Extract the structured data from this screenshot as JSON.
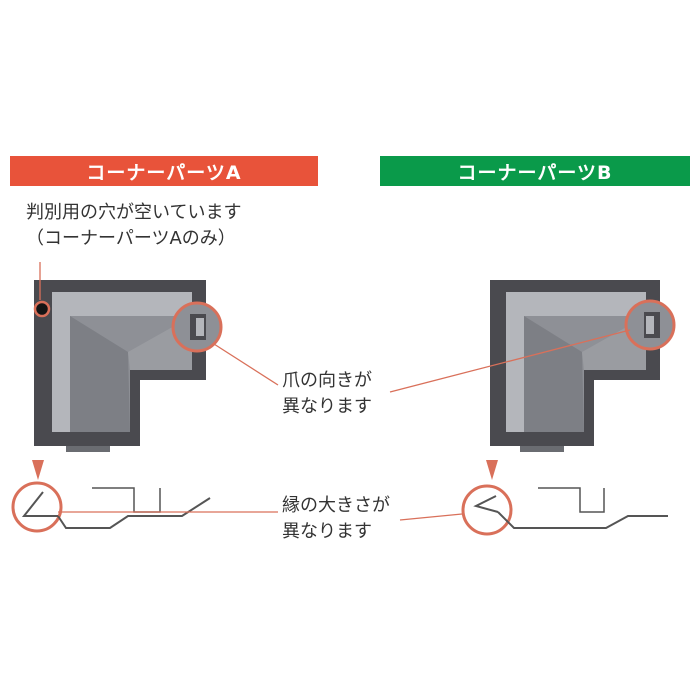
{
  "parts": {
    "a": {
      "title": "コーナーパーツA"
    },
    "b": {
      "title": "コーナーパーツB"
    }
  },
  "callouts": {
    "hole": {
      "line1": "判別用の穴が空いています",
      "line2": "（コーナーパーツAのみ）"
    },
    "claw": {
      "line1": "爪の向きが",
      "line2": "異なります"
    },
    "edge": {
      "line1": "縁の大きさが",
      "line2": "異なります"
    }
  },
  "colors": {
    "part_a_banner": "#e8533a",
    "part_b_banner": "#0a9a4a",
    "callout_ring": "#d9705a",
    "callout_line": "#d9705a",
    "part_body_dark": "#4a4a4f",
    "part_body_face": "#8e9096",
    "part_body_light": "#b4b6bb",
    "profile_stroke": "#555555"
  },
  "icons": [
    "hole-marker-icon",
    "magnifier-ring-icon",
    "pointer-triangle-icon"
  ]
}
